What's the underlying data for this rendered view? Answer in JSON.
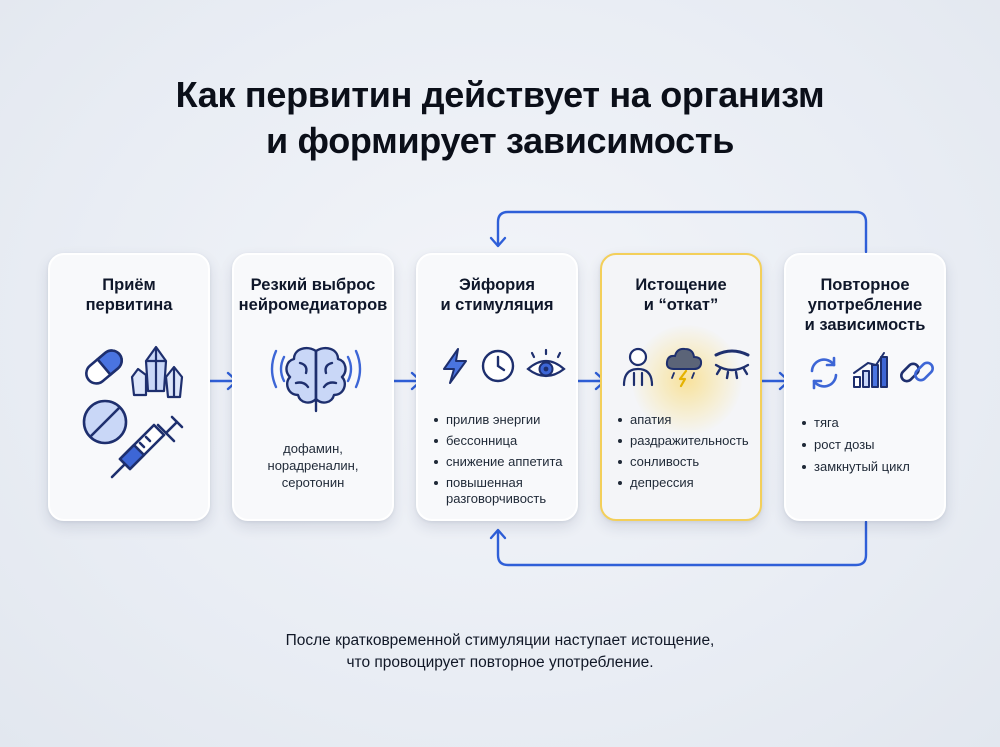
{
  "title": {
    "line1": "Как первитин действует на организм",
    "line2": "и формирует зависимость"
  },
  "colors": {
    "accent_blue": "#2f5fd8",
    "icon_navy": "#1e2f6e",
    "highlight_border": "#f3cf5a",
    "glow_yellow": "#fbd250"
  },
  "steps": [
    {
      "title": [
        "Приём",
        "первитина"
      ],
      "icons": [
        "capsule-icon",
        "crystals-icon",
        "tablet-icon",
        "syringe-icon"
      ]
    },
    {
      "title": [
        "Резкий выброс",
        "нейромедиаторов"
      ],
      "icons": [
        "brain-icon"
      ],
      "desc": [
        "дофамин,",
        "норадреналин,",
        "серотонин"
      ]
    },
    {
      "title": [
        "Эйфория",
        "и стимуляция"
      ],
      "icons": [
        "lightning-icon",
        "clock-icon",
        "eye-icon"
      ],
      "bullets": [
        "прилив энергии",
        "бессонница",
        "снижение аппетита",
        "повышенная разговорчивость"
      ]
    },
    {
      "title": [
        "Истощение",
        "и “откат”"
      ],
      "icons": [
        "person-icon",
        "storm-cloud-icon",
        "closed-eye-icon"
      ],
      "bullets": [
        "апатия",
        "раздражительность",
        "сонливость",
        "депрессия"
      ],
      "highlighted": true
    },
    {
      "title": [
        "Повторное",
        "употребление",
        "и зависимость"
      ],
      "icons": [
        "cycle-icon",
        "growth-chart-icon",
        "chain-link-icon"
      ],
      "bullets": [
        "тяга",
        "рост дозы",
        "замкнутый цикл"
      ]
    }
  ],
  "footer": {
    "line1": "После кратковременной стимуляции наступает истощение,",
    "line2": "что провоцирует повторное употребление."
  }
}
